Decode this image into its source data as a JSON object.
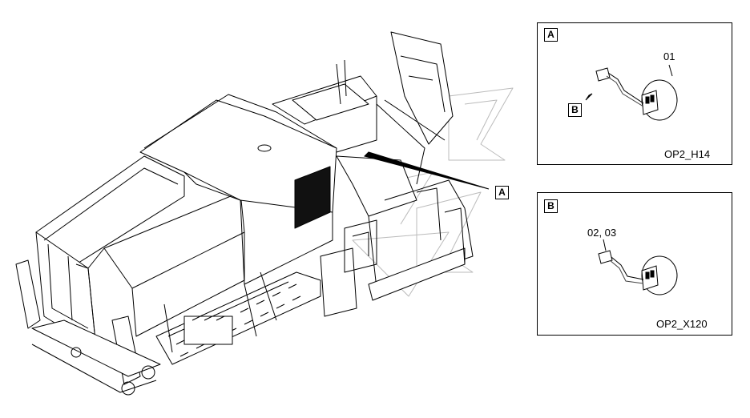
{
  "main_view": {
    "callout_label": "A"
  },
  "detail_a": {
    "panel_label": "A",
    "item_number": "01",
    "connector_label": "B",
    "reference": "OP2_H14"
  },
  "detail_b": {
    "panel_label": "B",
    "item_number": "02, 03",
    "reference": "OP2_X120"
  }
}
